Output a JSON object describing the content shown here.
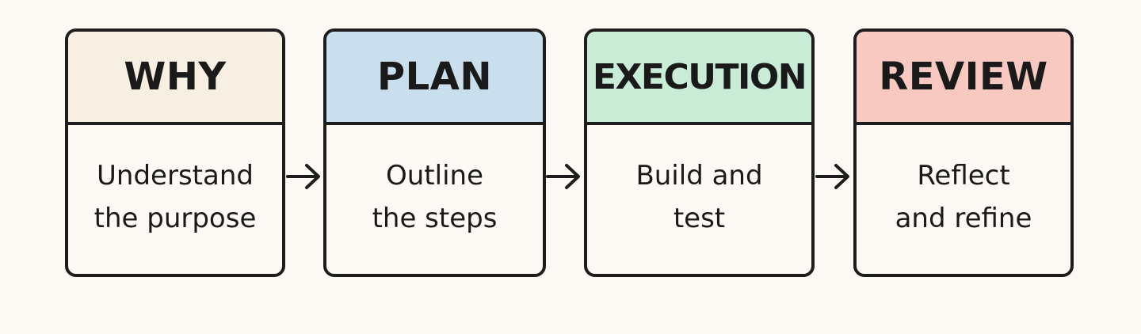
{
  "diagram": {
    "steps": [
      {
        "title": "WHY",
        "lines": [
          "Understand",
          "the purpose"
        ],
        "header_color": "#f7efe1"
      },
      {
        "title": "PLAN",
        "lines": [
          "Outline",
          "the steps"
        ],
        "header_color": "#c9dfee"
      },
      {
        "title": "EXECUTION",
        "lines": [
          "Build and",
          "test"
        ],
        "header_color": "#c9ecd7"
      },
      {
        "title": "REVIEW",
        "lines": [
          "Reflect",
          "and refine"
        ],
        "header_color": "#f8c9c1"
      }
    ],
    "colors": {
      "background": "#fcf9f5",
      "border": "#1d1d1d",
      "text": "#1a1a1a"
    }
  }
}
